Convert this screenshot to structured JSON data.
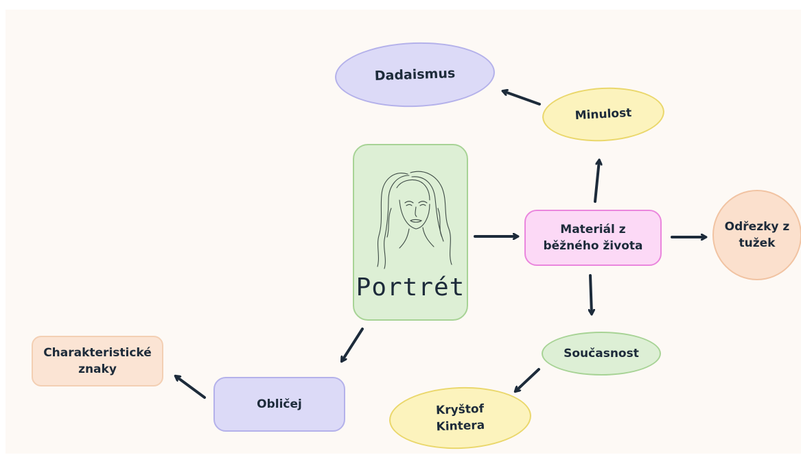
{
  "diagram": {
    "nodes": {
      "dadaismus": "Dadaismus",
      "minulost": "Minulost",
      "portret": "Portrét",
      "material": "Materiál z\nběžného života",
      "odrezky": "Odřezky z\ntužek",
      "soucasnost": "Současnost",
      "kristof": "Kryštof\nKintera",
      "oblicej": "Obličej",
      "charakter": "Charakteristické\nznaky"
    },
    "edges": [
      {
        "from": "portret",
        "to": "material"
      },
      {
        "from": "material",
        "to": "minulost"
      },
      {
        "from": "minulost",
        "to": "dadaismus"
      },
      {
        "from": "material",
        "to": "odrezky"
      },
      {
        "from": "material",
        "to": "soucasnost"
      },
      {
        "from": "soucasnost",
        "to": "kristof"
      },
      {
        "from": "portret",
        "to": "oblicej"
      },
      {
        "from": "oblicej",
        "to": "charakter"
      }
    ],
    "portrait_icon": "woman-face-sketch-icon",
    "colors": {
      "purple": "#dcdaf7",
      "yellow": "#fcf3bd",
      "green": "#ddefd5",
      "pink": "#fcd9f6",
      "peach": "#fbe0cd",
      "arrow": "#1d2b3a"
    }
  }
}
